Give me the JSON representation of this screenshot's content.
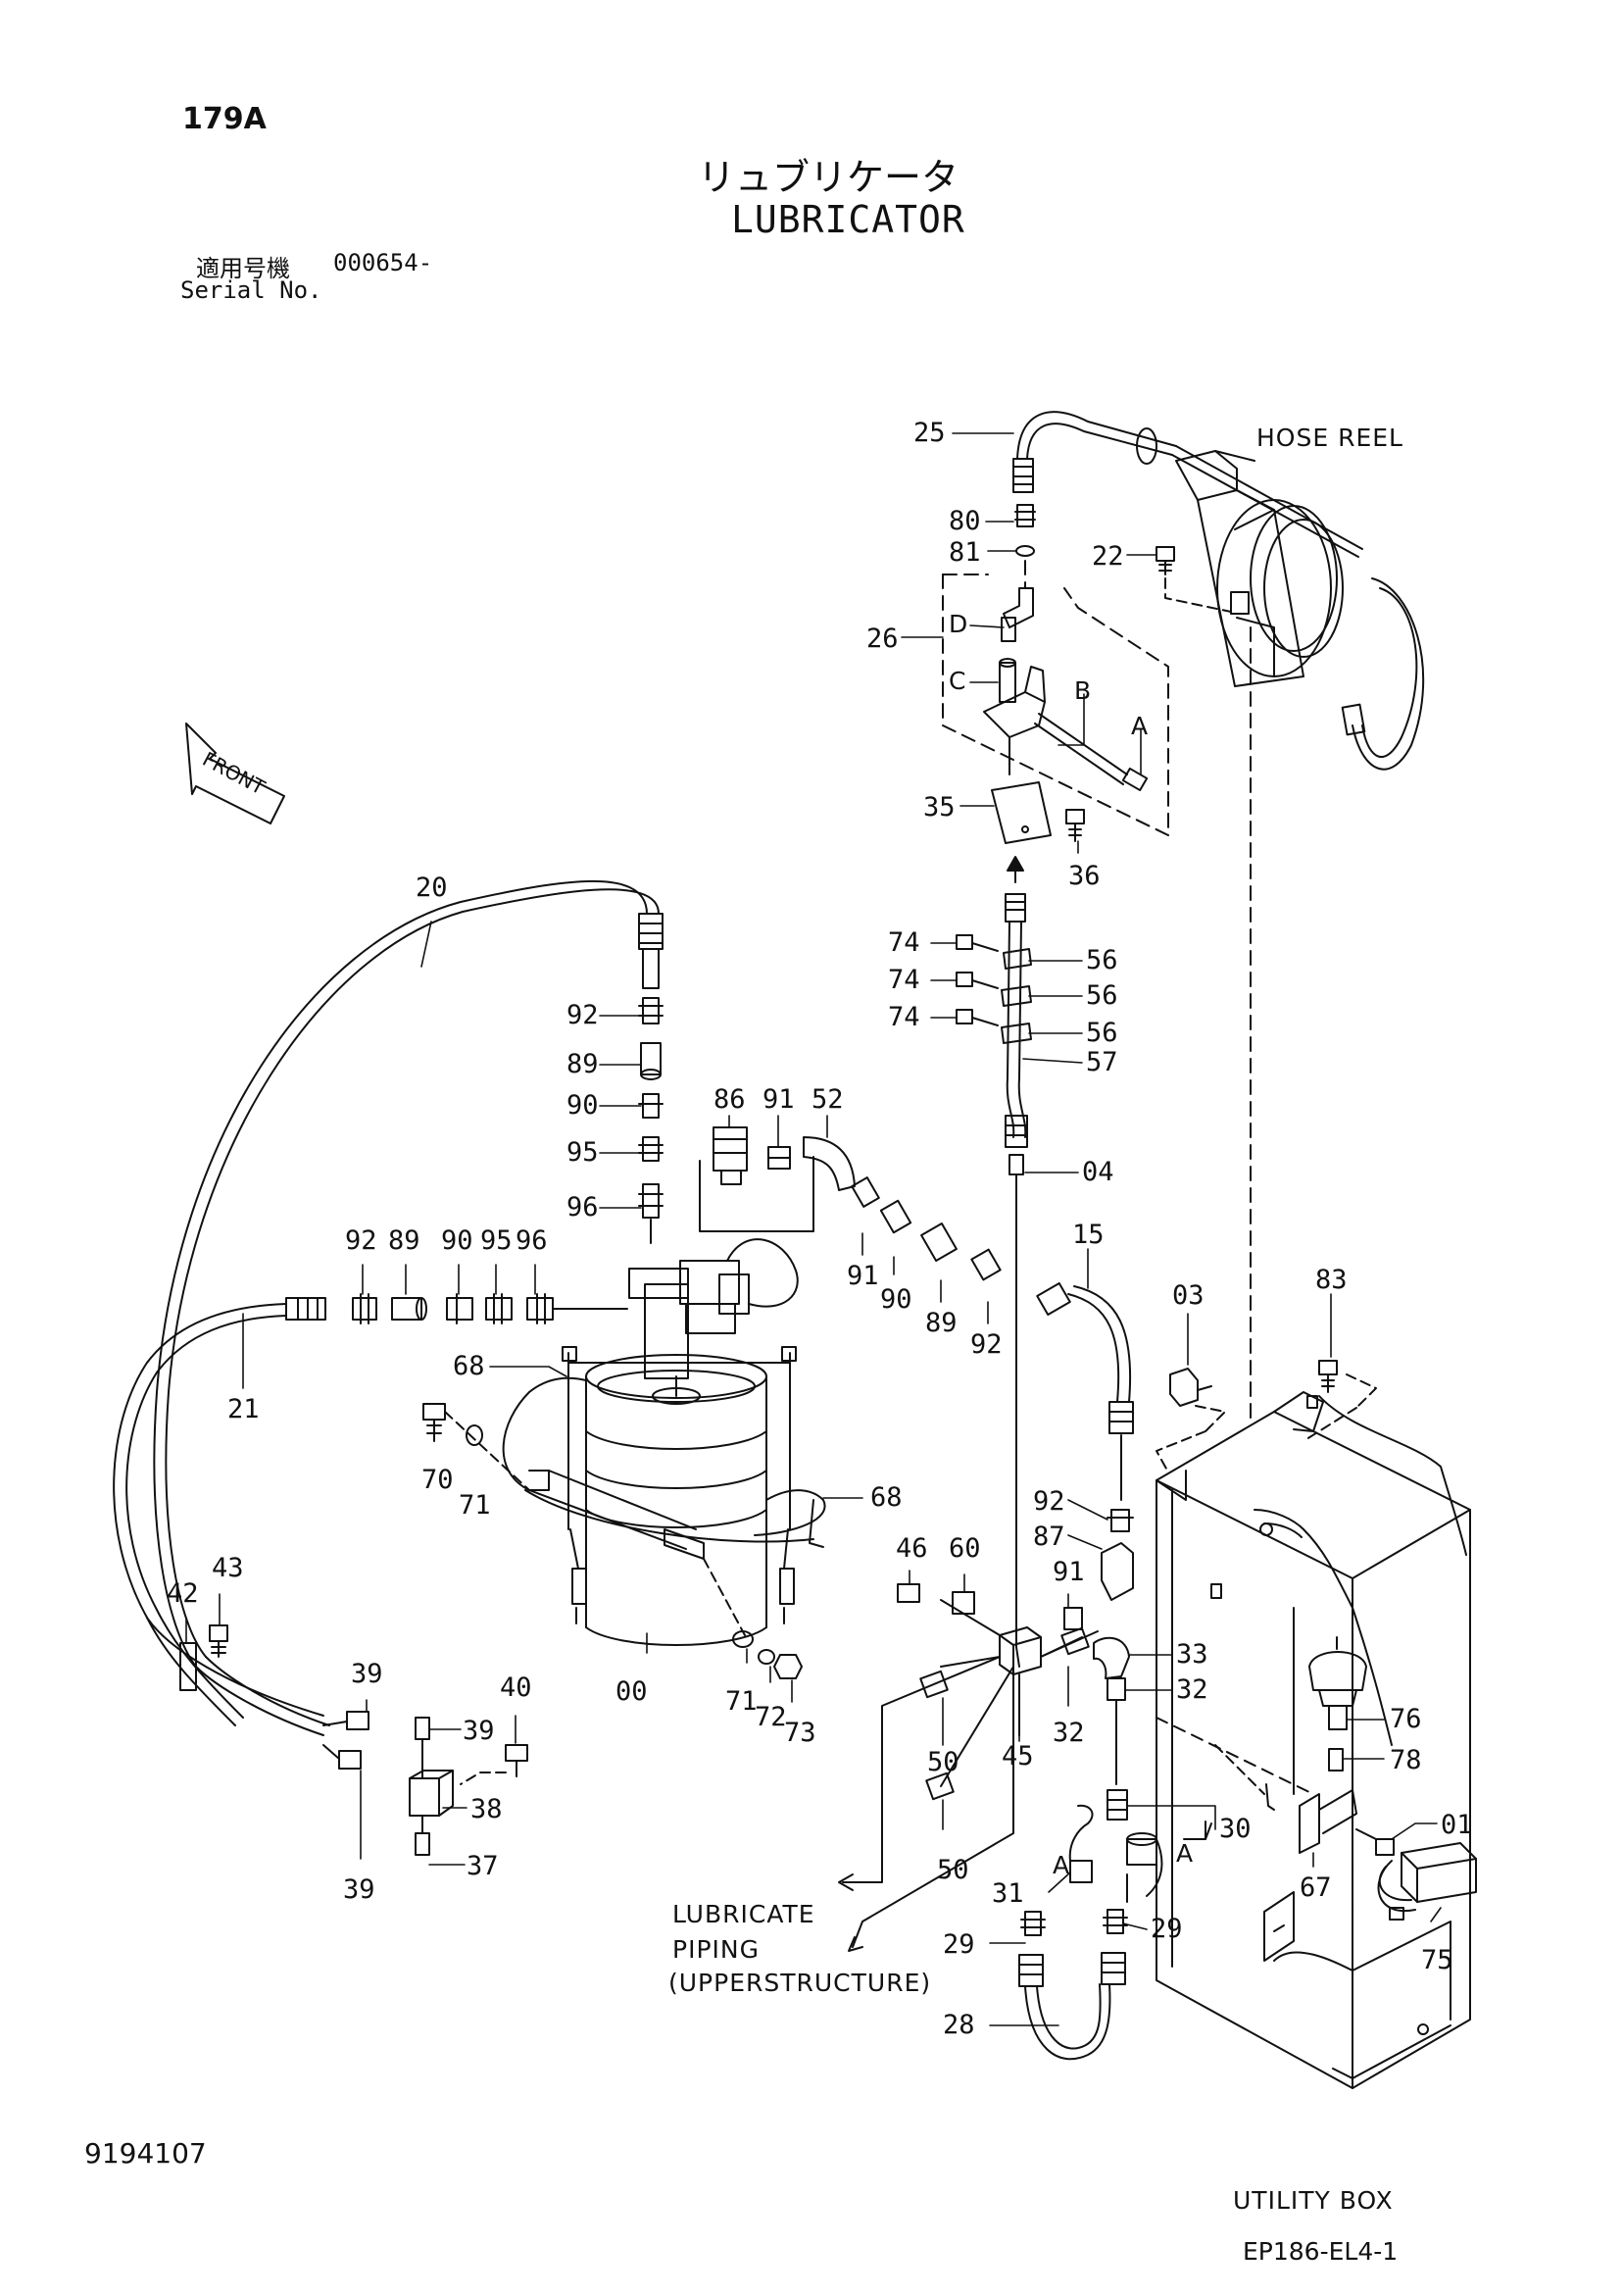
{
  "header": {
    "page_code": "179A",
    "title_jp": "リュブリケータ",
    "title_en": "LUBRICATOR",
    "serial_jp_label": "適用号機",
    "serial_value": "000654-",
    "serial_en_label": "Serial No."
  },
  "footer": {
    "left_code": "9194107",
    "right_code": "EP186-EL4-1"
  },
  "labels": {
    "hose_reel": "HOSE REEL",
    "utility_box": "UTILITY BOX",
    "lubricate": "LUBRICATE",
    "piping": "PIPING",
    "upperstructure": "(UPPERSTRUCTURE)",
    "front": "FRONT",
    "letter_a": "A",
    "letter_b": "B",
    "letter_c": "C",
    "letter_d": "D"
  },
  "part_numbers": {
    "p25": "25",
    "p80": "80",
    "p81": "81",
    "p22": "22",
    "p26": "26",
    "p35": "35",
    "p36": "36",
    "p74a": "74",
    "p74b": "74",
    "p74c": "74",
    "p56a": "56",
    "p56b": "56",
    "p56c": "56",
    "p57": "57",
    "p04": "04",
    "p20": "20",
    "p21": "21",
    "p92v": "92",
    "p89v": "89",
    "p90v": "90",
    "p95v": "95",
    "p96v": "96",
    "p92h": "92",
    "p89h": "89",
    "p90h": "90",
    "p95h": "95",
    "p96h": "96",
    "p86": "86",
    "p91t": "91",
    "p52": "52",
    "p91d": "91",
    "p90d": "90",
    "p89d": "89",
    "p92d": "92",
    "p15": "15",
    "p03": "03",
    "p83": "83",
    "p68a": "68",
    "p68b": "68",
    "p70": "70",
    "p71a": "71",
    "p00": "00",
    "p71b": "71",
    "p72": "72",
    "p73": "73",
    "p42": "42",
    "p43": "43",
    "p39a": "39",
    "p39b": "39",
    "p39c": "39",
    "p40": "40",
    "p38": "38",
    "p37": "37",
    "p46": "46",
    "p60": "60",
    "p92r": "92",
    "p87": "87",
    "p91r": "91",
    "p33": "33",
    "p32a": "32",
    "p32b": "32",
    "p45": "45",
    "p50a": "50",
    "p50b": "50",
    "p30": "30",
    "p31": "31",
    "p29a": "29",
    "p29b": "29",
    "p28": "28",
    "p76": "76",
    "p78": "78",
    "p01": "01",
    "p67": "67",
    "p75": "75"
  }
}
